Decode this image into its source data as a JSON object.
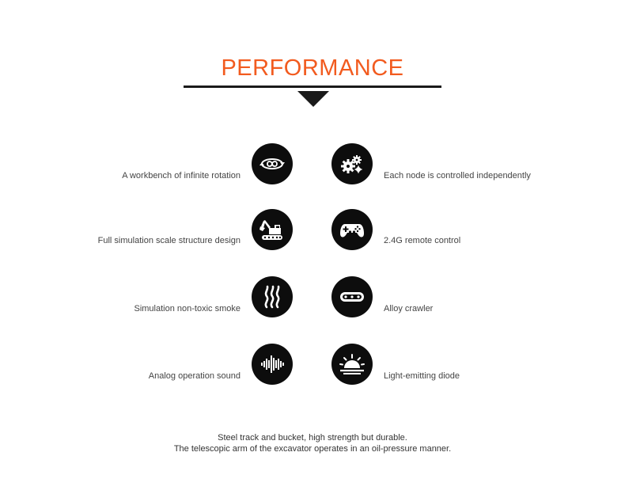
{
  "header": {
    "title": "PERFORMANCE"
  },
  "features": {
    "left": [
      {
        "label": "A workbench of infinite rotation",
        "icon": "rotation-icon"
      },
      {
        "label": "Full simulation scale structure design",
        "icon": "excavator-icon"
      },
      {
        "label": "Simulation non-toxic smoke",
        "icon": "smoke-icon"
      },
      {
        "label": "Analog operation sound",
        "icon": "sound-wave-icon"
      }
    ],
    "right": [
      {
        "label": "Each node is controlled independently",
        "icon": "gears-icon"
      },
      {
        "label": "2.4G remote control",
        "icon": "gamepad-icon"
      },
      {
        "label": "Alloy crawler",
        "icon": "crawler-icon"
      },
      {
        "label": "Light-emitting diode",
        "icon": "light-icon"
      }
    ]
  },
  "footer": {
    "line1": "Steel track and bucket, high strength but durable.",
    "line2": "The telescopic arm of the excavator operates in an oil-pressure manner."
  },
  "colors": {
    "accent": "#f25b1f",
    "icon_bg": "#0d0d0d",
    "text": "#444444"
  }
}
